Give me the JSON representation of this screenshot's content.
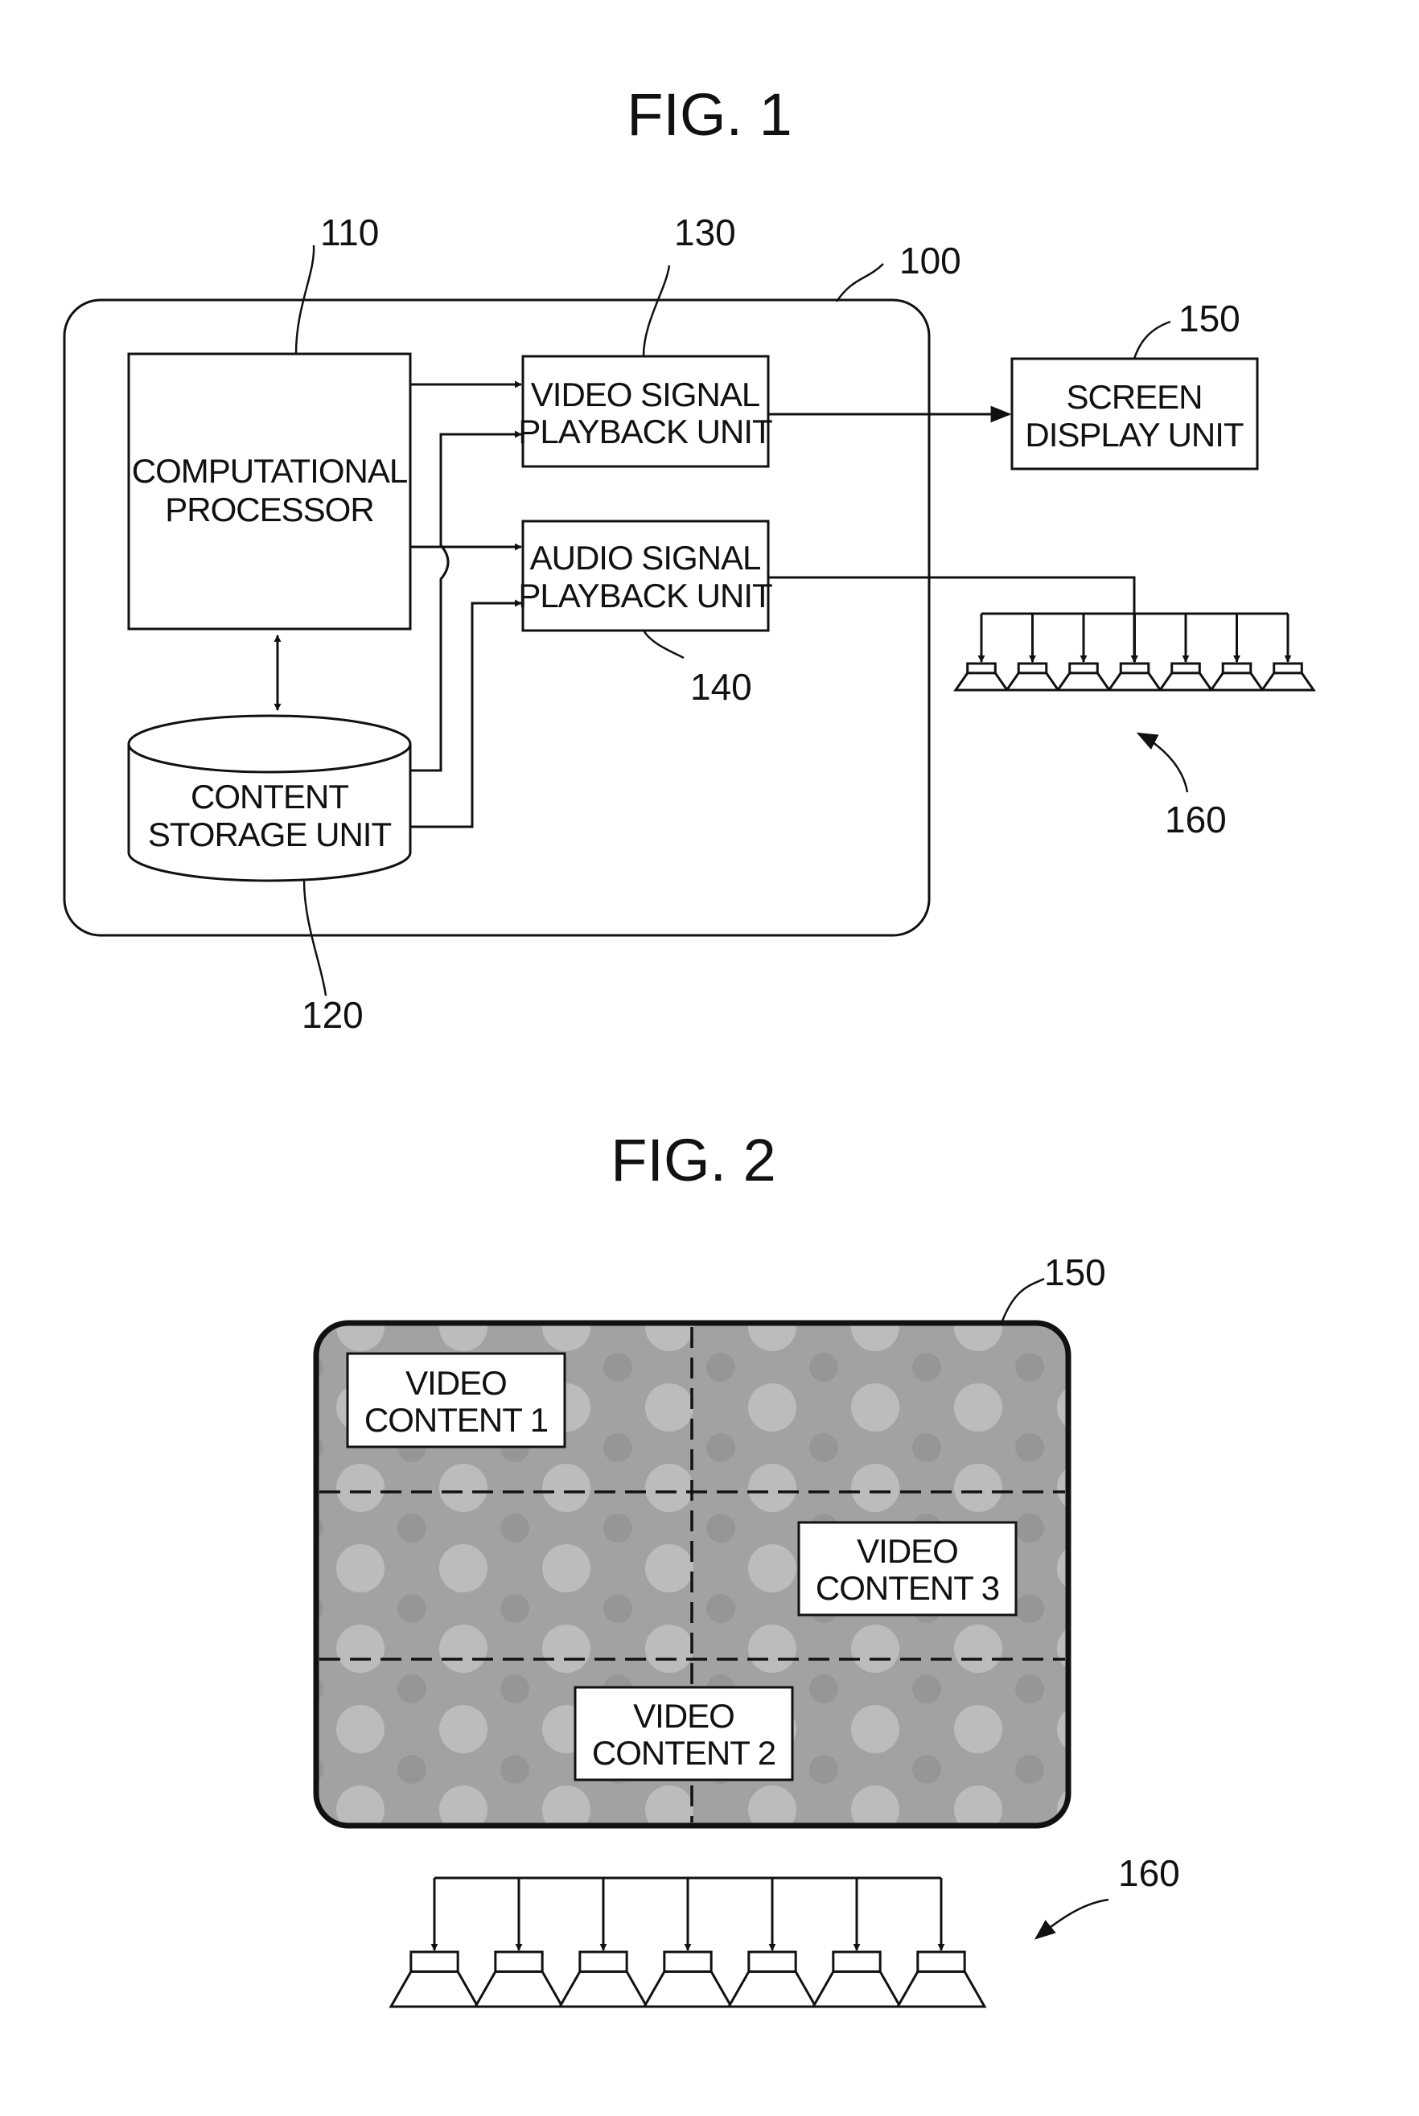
{
  "fig1": {
    "title": "FIG. 1",
    "apparatus": {
      "ref": "100"
    },
    "processor": {
      "ref": "110",
      "label": [
        "COMPUTATIONAL",
        "PROCESSOR"
      ]
    },
    "storage": {
      "ref": "120",
      "label": [
        "CONTENT",
        "STORAGE UNIT"
      ]
    },
    "video_unit": {
      "ref": "130",
      "label": [
        "VIDEO SIGNAL",
        "PLAYBACK UNIT"
      ]
    },
    "audio_unit": {
      "ref": "140",
      "label": [
        "AUDIO SIGNAL",
        "PLAYBACK UNIT"
      ]
    },
    "display_unit": {
      "ref": "150",
      "label": [
        "SCREEN",
        "DISPLAY UNIT"
      ]
    },
    "speakers": {
      "ref": "160",
      "count": 7
    }
  },
  "fig2": {
    "title": "FIG. 2",
    "screen": {
      "ref": "150"
    },
    "contents": [
      {
        "label": [
          "VIDEO",
          "CONTENT 1"
        ]
      },
      {
        "label": [
          "VIDEO",
          "CONTENT 2"
        ]
      },
      {
        "label": [
          "VIDEO",
          "CONTENT 3"
        ]
      }
    ],
    "speakers": {
      "ref": "160",
      "count": 7
    }
  },
  "colors": {
    "ink": "#111111",
    "screen_fill": "#9a9a9a",
    "screen_dot": "#c9c9c9"
  }
}
